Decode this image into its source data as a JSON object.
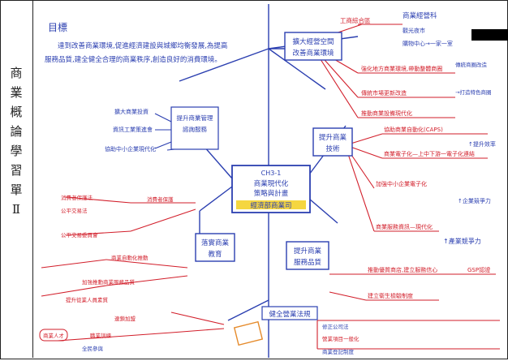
{
  "sidebar": {
    "title_chars": [
      "商",
      "業",
      "概",
      "論",
      "學",
      "習",
      "單",
      "Ⅱ"
    ]
  },
  "header": {
    "dept": "商業經營科"
  },
  "goal": {
    "heading": "目標",
    "line1": "達到改善商業環境,促進經濟建設與城鄉均衡發展,為提高",
    "line2": "服務品質,建全健全合理的商業秩序,創造良好的消費環境。"
  },
  "center": {
    "chapter": "CH3-1",
    "line1": "商業現代化",
    "line2": "策略與計畫",
    "line3": "經濟部商業司"
  },
  "branches": {
    "env": {
      "line1": "擴大經營空間",
      "line2": "改善商業環境"
    },
    "tech": {
      "line1": "提升商業",
      "line2": "技術"
    },
    "quality": {
      "line1": "提升商業",
      "line2": "服務品質"
    },
    "law": {
      "label": "健全營業法規"
    },
    "edu": {
      "line1": "落實商業",
      "line2": "教育"
    },
    "advise": {
      "line1": "提升商業管理",
      "line2": "諮詢服務"
    }
  },
  "notes": {
    "env_sub1": "工商綜合區",
    "env_sub2": "強化地方商業環境,帶動整體商圈",
    "env_sub3": "傳統市場更新改造",
    "env_sub4": "推動商業設備現代化",
    "env_sub5": "購物中心→一家一室",
    "env_sub6": "傳統商圈改造",
    "env_sub7": "→打造特色商圈",
    "env_sub8": "觀光夜市",
    "tech_sub1": "協助商業自動化(CAPS)",
    "tech_sub2": "商業電子化—上中下游一電子化連結",
    "tech_sub3": "加強中小企業電子化",
    "tech_sub4": "商業服務資訊—現代化",
    "tech_tag1": "↑提升效率",
    "tech_tag2": "↑企業競爭力",
    "tech_tag3": "↑產業競爭力",
    "quality_sub1": "推動優質商店,建立服務信心",
    "quality_sub2": "建立衛生檢驗制度",
    "quality_tag": "GSP認證",
    "law_sub1": "修正公司法",
    "law_sub2": "營業項目一般化",
    "law_sub3": "商業登記制度",
    "left_sub1": "擴大商業投資",
    "left_sub2": "資訊工業策進會",
    "left_sub3": "協助中小企業現代化",
    "left_sub4": "消費者保護法",
    "left_sub5": "公平交易法",
    "left_sub6": "消費者保護",
    "left_sub7": "公平交易委員會",
    "left_sub8": "商業自動化推動",
    "left_sub9": "加強推動商業服務品質",
    "left_sub10": "提升從業人員素質",
    "left_sub11": "連鎖加盟",
    "left_sub12": "職業訓練",
    "left_sub13": "全民參與",
    "left_tag": "商業人才"
  },
  "colors": {
    "ink": "#2b3fb0",
    "red": "#d21e2a",
    "yellow": "#f5d640",
    "orange": "#e58a2a"
  }
}
